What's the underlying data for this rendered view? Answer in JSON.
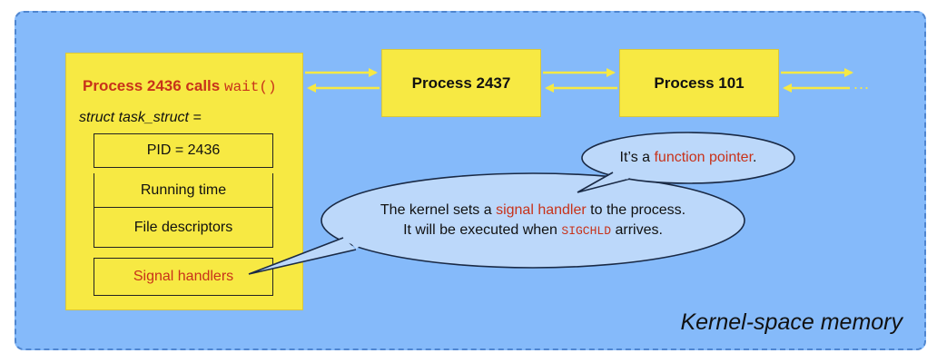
{
  "diagram": {
    "region_label": "Kernel-space memory",
    "main_process": {
      "title_text": "Process 2436 calls ",
      "title_code": "wait()",
      "struct_label": "struct task_struct ="
    },
    "fields": [
      "PID = 2436",
      "Running time",
      "File descriptors",
      "Signal handlers"
    ],
    "other_processes": [
      "Process 2437",
      "Process 101"
    ],
    "continuation": "...",
    "bubble_main": {
      "line1_pre": "The kernel sets a ",
      "line1_highlight": "signal handler",
      "line1_post": " to the process.",
      "line2_pre": "It will be executed when ",
      "line2_code": "SIGCHLD",
      "line2_post": " arrives."
    },
    "bubble_small": {
      "pre": "It’s a ",
      "highlight": "function pointer",
      "post": "."
    },
    "colors": {
      "region_bg": "#85bafa",
      "process_box": "#f7e943",
      "highlight_text": "#c8321a",
      "bubble_fill": "#bcd8fa"
    }
  }
}
